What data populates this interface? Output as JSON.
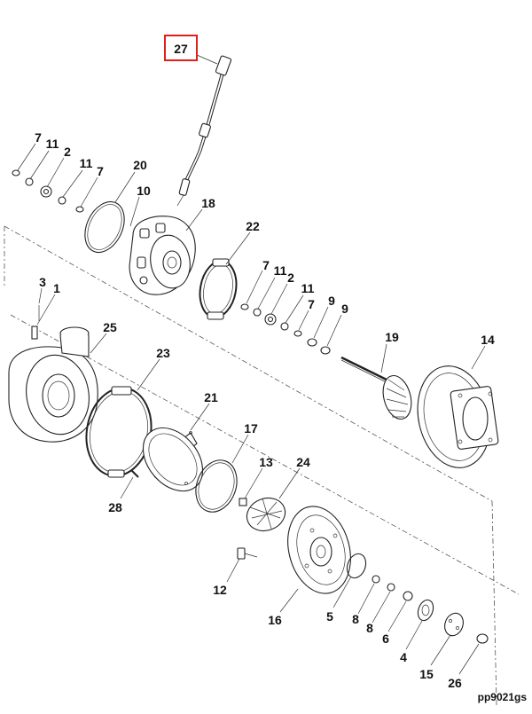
{
  "diagram": {
    "highlighted_callout": "27",
    "callouts": {
      "c27": "27",
      "c7a": "7",
      "c11a": "11",
      "c2a": "2",
      "c11b": "11",
      "c7b": "7",
      "c20": "20",
      "c10": "10",
      "c18": "18",
      "c22": "22",
      "c7c": "7",
      "c11c": "11",
      "c2b": "2",
      "c11d": "11",
      "c7d": "7",
      "c9a": "9",
      "c9b": "9",
      "c3": "3",
      "c1": "1",
      "c25": "25",
      "c19": "19",
      "c14": "14",
      "c23": "23",
      "c21": "21",
      "c17": "17",
      "c13": "13",
      "c24": "24",
      "c28": "28",
      "c12": "12",
      "c16": "16",
      "c5": "5",
      "c8a": "8",
      "c8b": "8",
      "c6": "6",
      "c4": "4",
      "c15": "15",
      "c26": "26"
    },
    "figure_code": "pp9021gs",
    "highlight_color": "#e0201b"
  }
}
